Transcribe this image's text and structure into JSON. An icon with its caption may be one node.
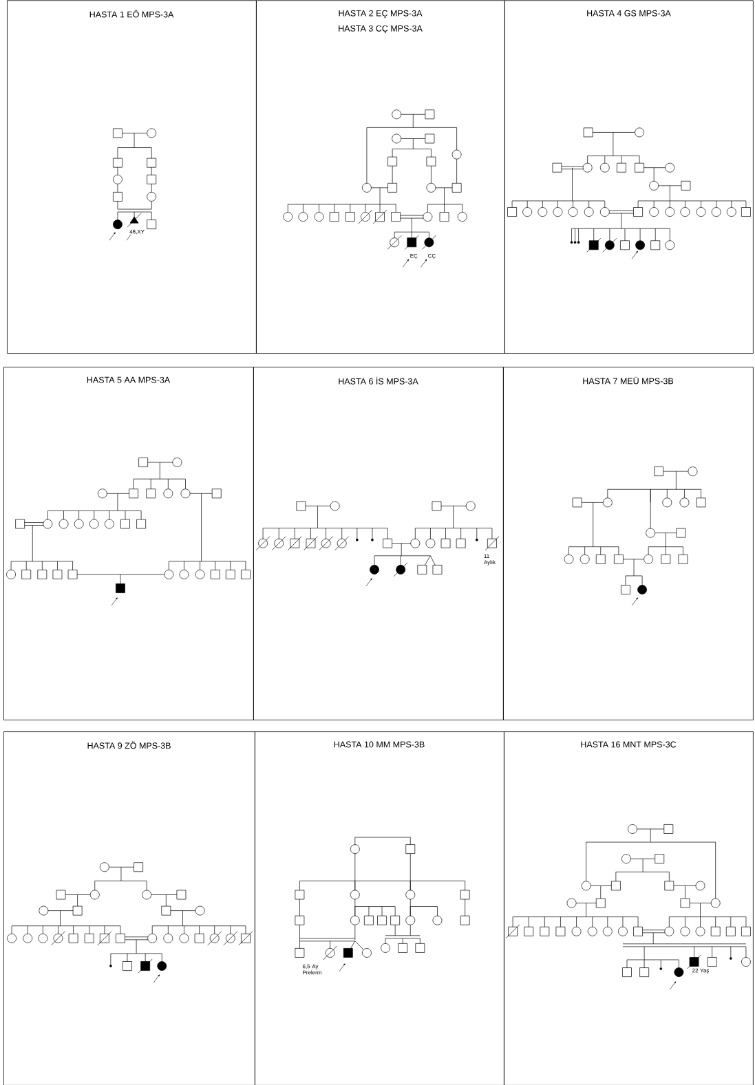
{
  "diagram": {
    "nodes": [
      {
        "text": [
          "HASTA 1 EÖ MPS-3A"
        ]
      },
      {
        "text": [
          "HASTA 2 EÇ MPS-3A",
          "HASTA 3 CÇ MPS-3A"
        ]
      },
      {
        "text": [
          "HASTA 4 GS MPS-3A"
        ]
      },
      {
        "text": [
          "HASTA 5 AA MPS-3A"
        ]
      },
      {
        "text": [
          "HASTA 6 İS MPS-3A"
        ]
      },
      {
        "text": [
          "HASTA 7 MEÜ MPS-3B"
        ]
      },
      {
        "text": [
          "HASTA 9 ZÖ MPS-3B"
        ]
      },
      {
        "text": [
          "HASTA 10 MM MPS-3B"
        ]
      },
      {
        "text": [
          "HASTA 16 MNT MPS-3C"
        ]
      }
    ],
    "labels": [
      "46,XY",
      "EÇ",
      "CÇ",
      "11 Aylık",
      "6,5 Ay Prelerm",
      "22 Yaş"
    ]
  }
}
